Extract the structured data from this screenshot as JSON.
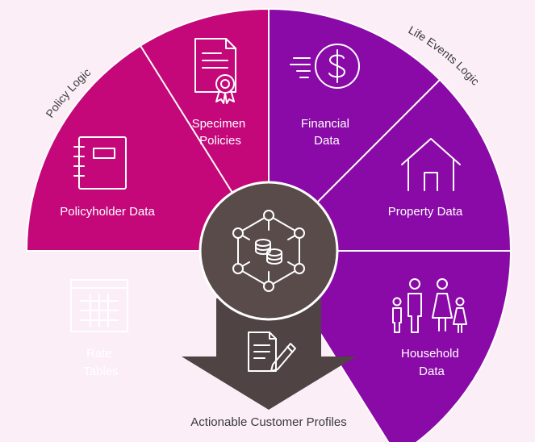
{
  "colors": {
    "background": "#fbeef7",
    "magenta": "#c4087a",
    "purple": "#8a0aa8",
    "hub": "#5a4b4b",
    "arrow": "#4f4343",
    "text_dark": "#3a3a3a"
  },
  "arc_labels": {
    "left": "Policy Logic",
    "right": "Life Events Logic"
  },
  "segments": [
    {
      "name": "specimen-policies",
      "lines": [
        "Specimen",
        "Policies"
      ],
      "icon": "certificate-document-icon"
    },
    {
      "name": "policyholder-data",
      "lines": [
        "Policyholder Data"
      ],
      "icon": "binder-notebook-icon"
    },
    {
      "name": "rate-tables",
      "lines": [
        "Rate",
        "Tables"
      ],
      "icon": "table-grid-icon"
    },
    {
      "name": "financial-data",
      "lines": [
        "Financial",
        "Data"
      ],
      "icon": "dollar-coin-icon"
    },
    {
      "name": "property-data",
      "lines": [
        "Property Data"
      ],
      "icon": "house-icon"
    },
    {
      "name": "household-data",
      "lines": [
        "Household",
        "Data"
      ],
      "icon": "family-icon"
    }
  ],
  "hub": {
    "icon": "data-network-icon"
  },
  "arrow": {
    "icon": "document-pen-icon"
  },
  "caption": "Actionable Customer Profiles"
}
